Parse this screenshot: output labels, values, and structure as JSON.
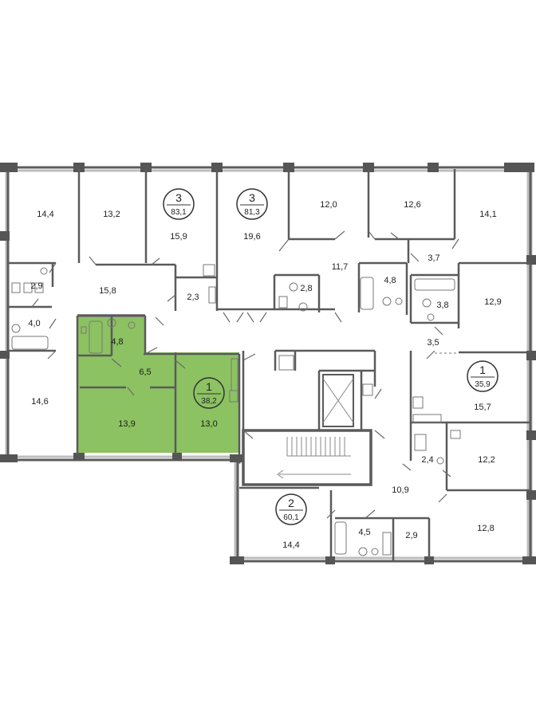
{
  "colors": {
    "selected_fill": "#8cc262",
    "wall": "#5a5a5a",
    "window": "#b5b5b5",
    "fixture": "#777777"
  },
  "room_areas": {
    "r_a": "14,4",
    "r_b": "13,2",
    "r_c": "15,9",
    "r_d": "19,6",
    "r_e": "12,0",
    "r_f": "12,6",
    "r_g": "14,1",
    "r_h": "15,8",
    "r_i": "2,9",
    "r_j": "4,0",
    "r_k": "2,3",
    "r_l": "2,8",
    "r_m": "11,7",
    "r_n": "4,8",
    "r_o": "3,7",
    "r_p": "3,8",
    "r_q": "12,9",
    "r_r": "3,5",
    "r_s": "14,6",
    "r_t": "4,8",
    "r_u": "6,5",
    "r_v": "13,9",
    "r_w": "13,0",
    "r_x": "15,7",
    "r_y": "2,4",
    "r_z": "12,2",
    "r_aa": "10,9",
    "r_ab": "14,4",
    "r_ac": "4,5",
    "r_ad": "2,9",
    "r_ae": "12,8"
  },
  "apartments": [
    {
      "rooms": "3",
      "area": "83,1",
      "selected": false
    },
    {
      "rooms": "3",
      "area": "81,3",
      "selected": false
    },
    {
      "rooms": "1",
      "area": "38,2",
      "selected": true
    },
    {
      "rooms": "1",
      "area": "35,9",
      "selected": false
    },
    {
      "rooms": "2",
      "area": "60,1",
      "selected": false
    }
  ]
}
